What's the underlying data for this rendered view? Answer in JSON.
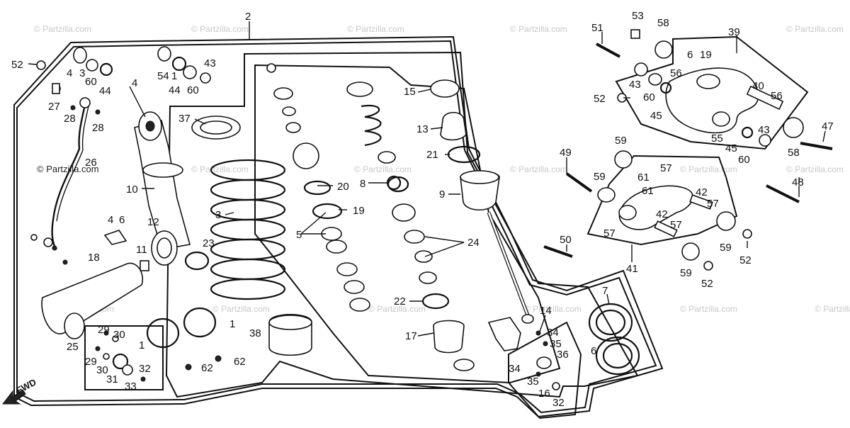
{
  "watermark": "© Partzilla.com",
  "fwd_label": "FWD",
  "callouts": [
    "2",
    "52",
    "4",
    "3",
    "60",
    "44",
    "4",
    "54",
    "1",
    "44",
    "60",
    "43",
    "27",
    "28",
    "28",
    "26",
    "10",
    "37",
    "3",
    "4",
    "6",
    "12",
    "11",
    "23",
    "18",
    "25",
    "29",
    "30",
    "29",
    "30",
    "31",
    "33",
    "32",
    "1",
    "1",
    "62",
    "62",
    "38",
    "20",
    "19",
    "5",
    "8",
    "15",
    "13",
    "21",
    "9",
    "24",
    "22",
    "17",
    "14",
    "34",
    "35",
    "36",
    "34",
    "35",
    "16",
    "32",
    "7",
    "6",
    "51",
    "53",
    "58",
    "39",
    "6",
    "19",
    "56",
    "43",
    "60",
    "52",
    "45",
    "40",
    "56",
    "55",
    "45",
    "60",
    "43",
    "58",
    "47",
    "59",
    "49",
    "61",
    "57",
    "59",
    "61",
    "42",
    "57",
    "42",
    "57",
    "57",
    "59",
    "52",
    "50",
    "41",
    "59",
    "52",
    "48"
  ]
}
